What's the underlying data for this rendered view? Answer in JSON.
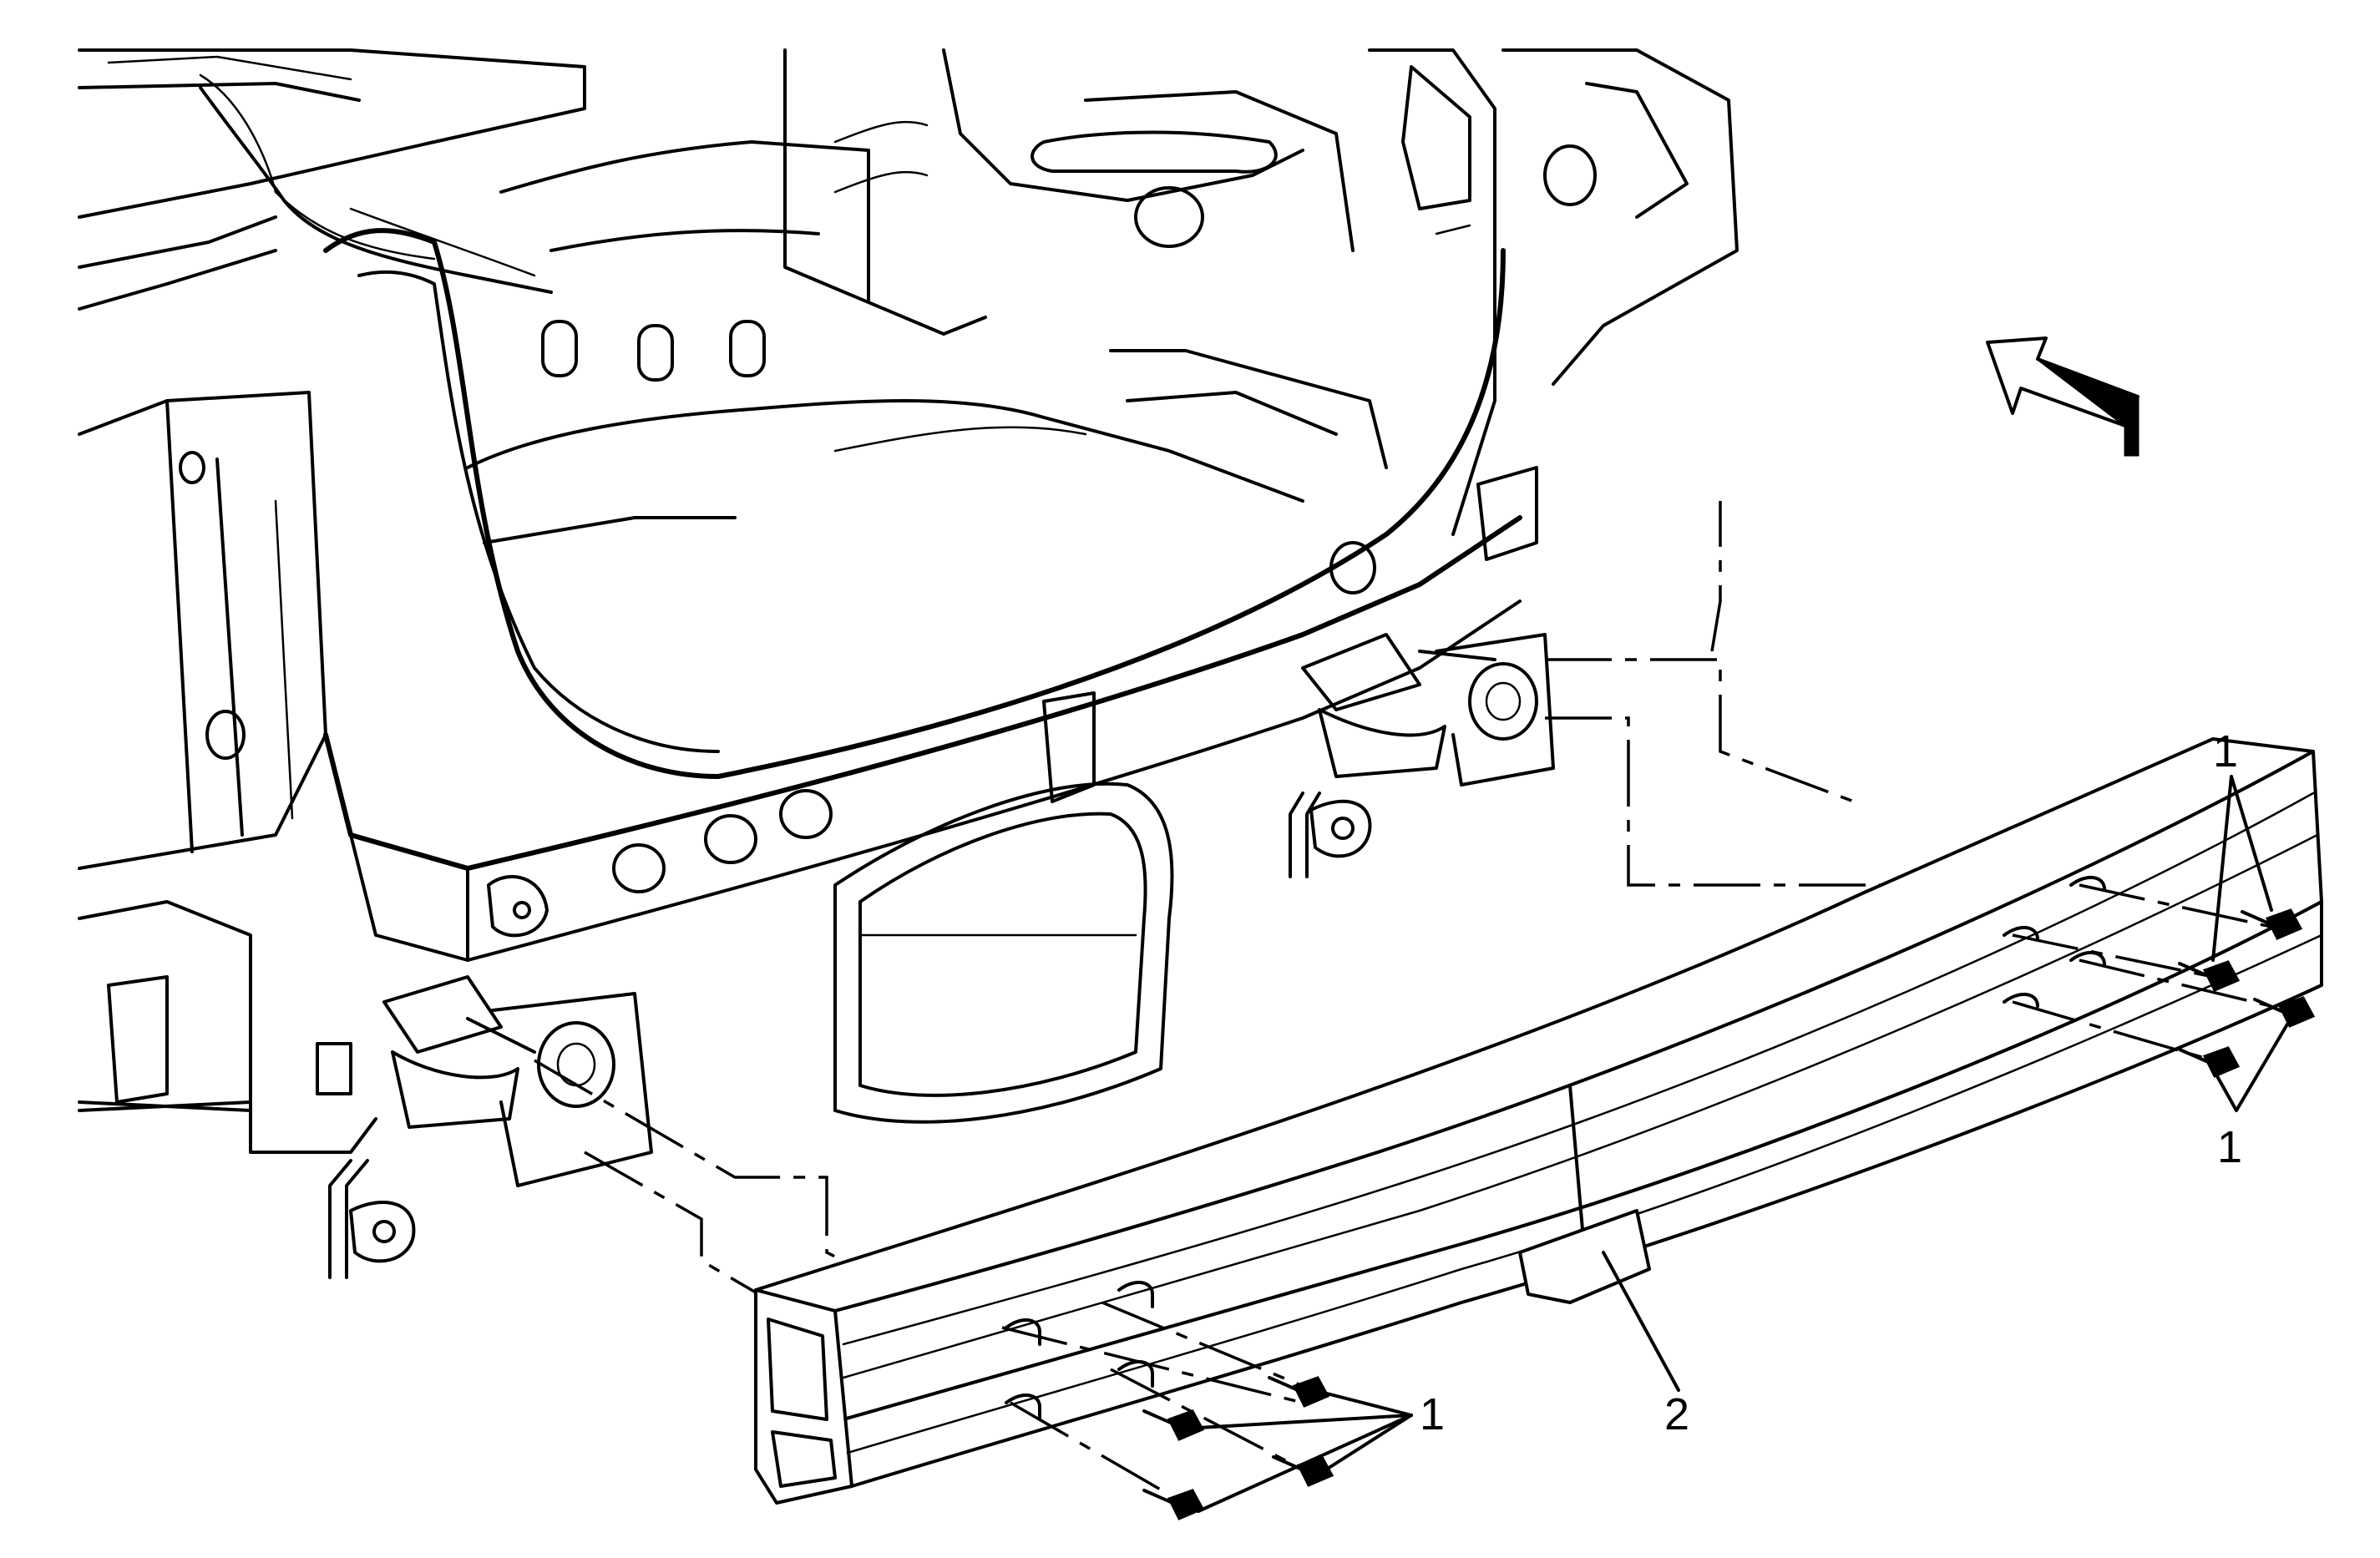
{
  "callouts": {
    "fastener_top_right": "1",
    "fastener_right_lower": "1",
    "fastener_bottom_front": "1",
    "bumper_bar": "2"
  }
}
